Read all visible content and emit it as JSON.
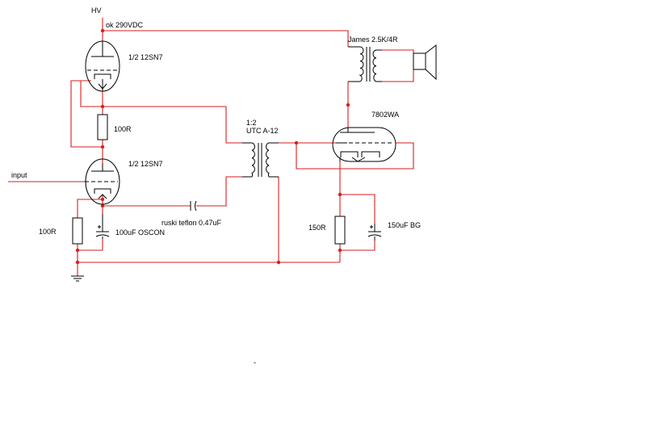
{
  "labels": {
    "hv": "HV",
    "ok_voltage": "ok 290VDC",
    "transformer_out": "James 2.5K/4R",
    "tube_top": "1/2 12SN7",
    "tube_bottom": "1/2 12SN7",
    "resistor_mid": "100R",
    "ratio": "1:2",
    "interstage": "UTC A-12",
    "output_tube": "7802WA",
    "input": "input",
    "resistor_cathode": "100R",
    "cap_cathode": "100uF OSCON",
    "coupling_cap": "ruski teflon 0.47uF",
    "resistor_output_cathode": "150R",
    "cap_output_cathode": "150uF BG",
    "stray_mark": "-"
  },
  "colors": {
    "wire": "#d81e1e",
    "component": "#000000"
  }
}
